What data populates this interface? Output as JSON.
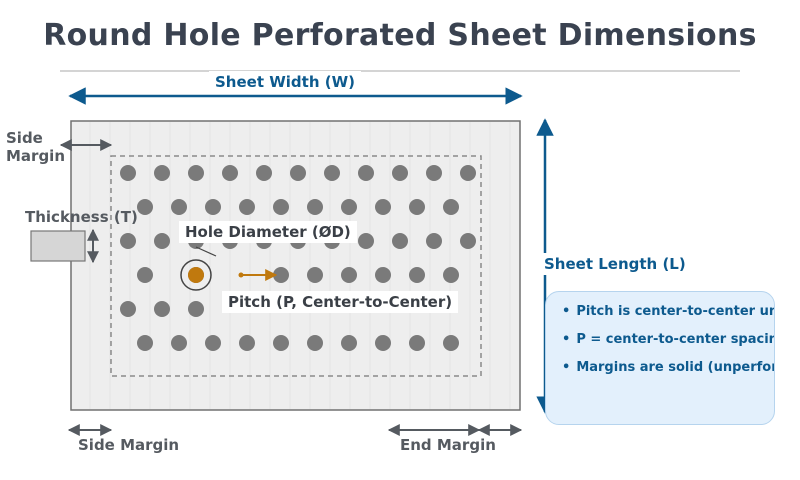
{
  "title": "Round Hole Perforated Sheet Dimensions",
  "labels": {
    "sheet_width": "Sheet Width (W)",
    "side_margin_top": "Side\nMargin",
    "thickness": "Thickness (T)",
    "hole_diameter": "Hole Diameter (ØD)",
    "pitch": "Pitch (P, Center-to-Center)",
    "sheet_length": "Sheet Length (L)",
    "side_margin_bottom": "Side Margin",
    "end_margin": "End Margin"
  },
  "notes": [
    "Pitch is center-to-center unless noted",
    "P = center-to-center spacing",
    "Margins are solid (unperforated)"
  ],
  "colors": {
    "dimension_blue": "#0d5a8e",
    "gray_arrow": "#555a60",
    "pitch_accent": "#c0790e",
    "hole_fill": "#7a7a7a",
    "sheet_fill": "#eeeeee",
    "note_box_fill": "#e3f0fc"
  }
}
